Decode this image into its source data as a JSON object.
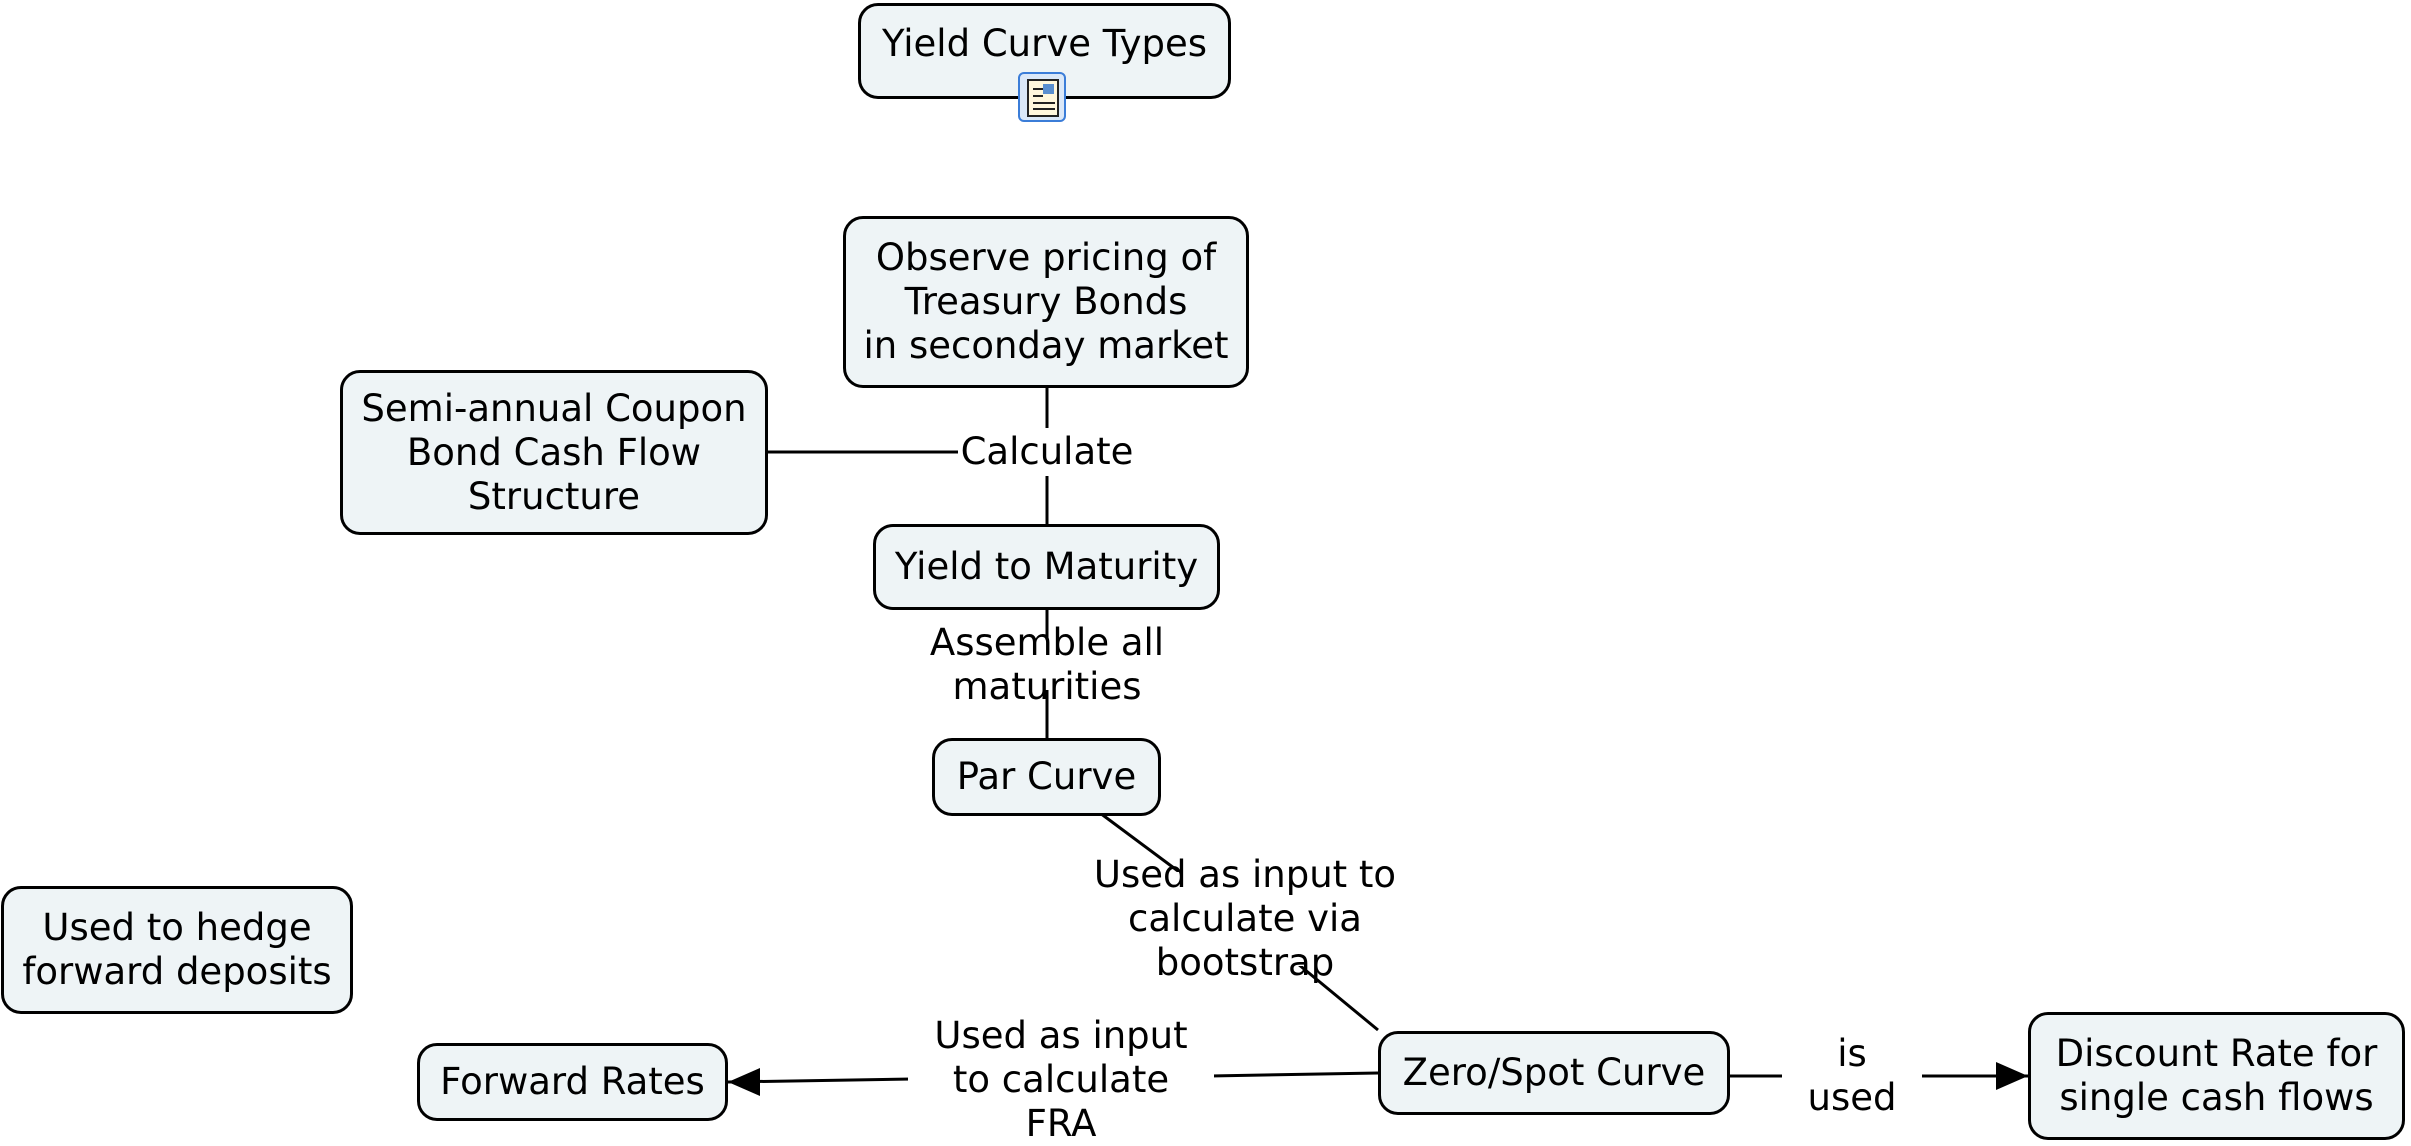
{
  "concepts": {
    "yield_curve_types": "Yield Curve Types",
    "observe_pricing": "Observe pricing of\nTreasury Bonds\nin seconday market",
    "coupon_structure": "Semi-annual Coupon\nBond Cash Flow\nStructure",
    "yield_to_maturity": "Yield to Maturity",
    "par_curve": "Par Curve",
    "hedge_forward": "Used to hedge\nforward deposits",
    "forward_rates": "Forward Rates",
    "zero_spot_curve": "Zero/Spot Curve",
    "discount_rate": "Discount Rate for\nsingle cash flows"
  },
  "linking_phrases": {
    "calculate": "Calculate",
    "assemble": "Assemble all maturities",
    "bootstrap": "Used as input to\ncalculate via bootstrap",
    "fra": "Used as input\nto calculate FRA",
    "is_used": "is used"
  },
  "icons": {
    "resource": "document-resource-icon"
  },
  "colors": {
    "node_fill": "#eef4f6",
    "stroke": "#000000"
  }
}
